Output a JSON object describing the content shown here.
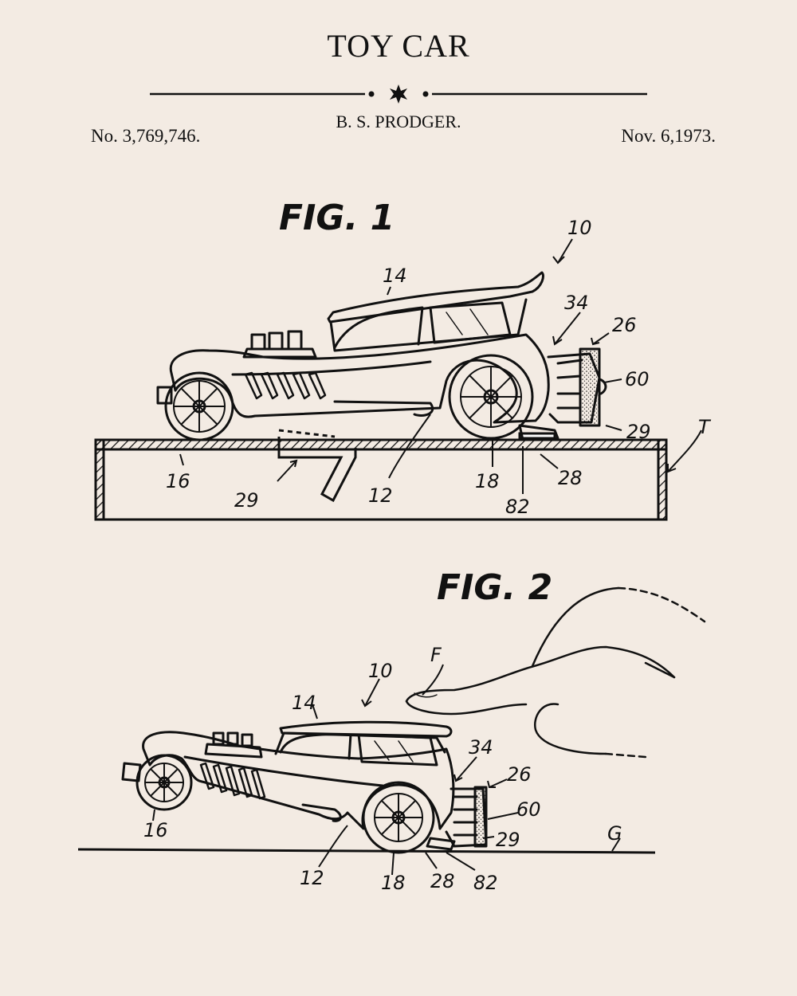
{
  "header": {
    "title": "TOY CAR",
    "inventor": "B. S. PRODGER.",
    "patent_number": "No. 3,769,746.",
    "date": "Nov. 6,1973."
  },
  "fig1": {
    "label": "FIG. 1",
    "refs": {
      "r10": "10",
      "r14": "14",
      "r34": "34",
      "r26": "26",
      "r60": "60",
      "r29a": "29",
      "rT": "T",
      "r16": "16",
      "r29b": "29",
      "r12": "12",
      "r18": "18",
      "r28": "28",
      "r82": "82"
    }
  },
  "fig2": {
    "label": "FIG. 2",
    "refs": {
      "rF": "F",
      "r10": "10",
      "r14": "14",
      "r34": "34",
      "r26": "26",
      "r60": "60",
      "r29": "29",
      "rG": "G",
      "r16": "16",
      "r12": "12",
      "r18": "18",
      "r28": "28",
      "r82": "82"
    }
  }
}
